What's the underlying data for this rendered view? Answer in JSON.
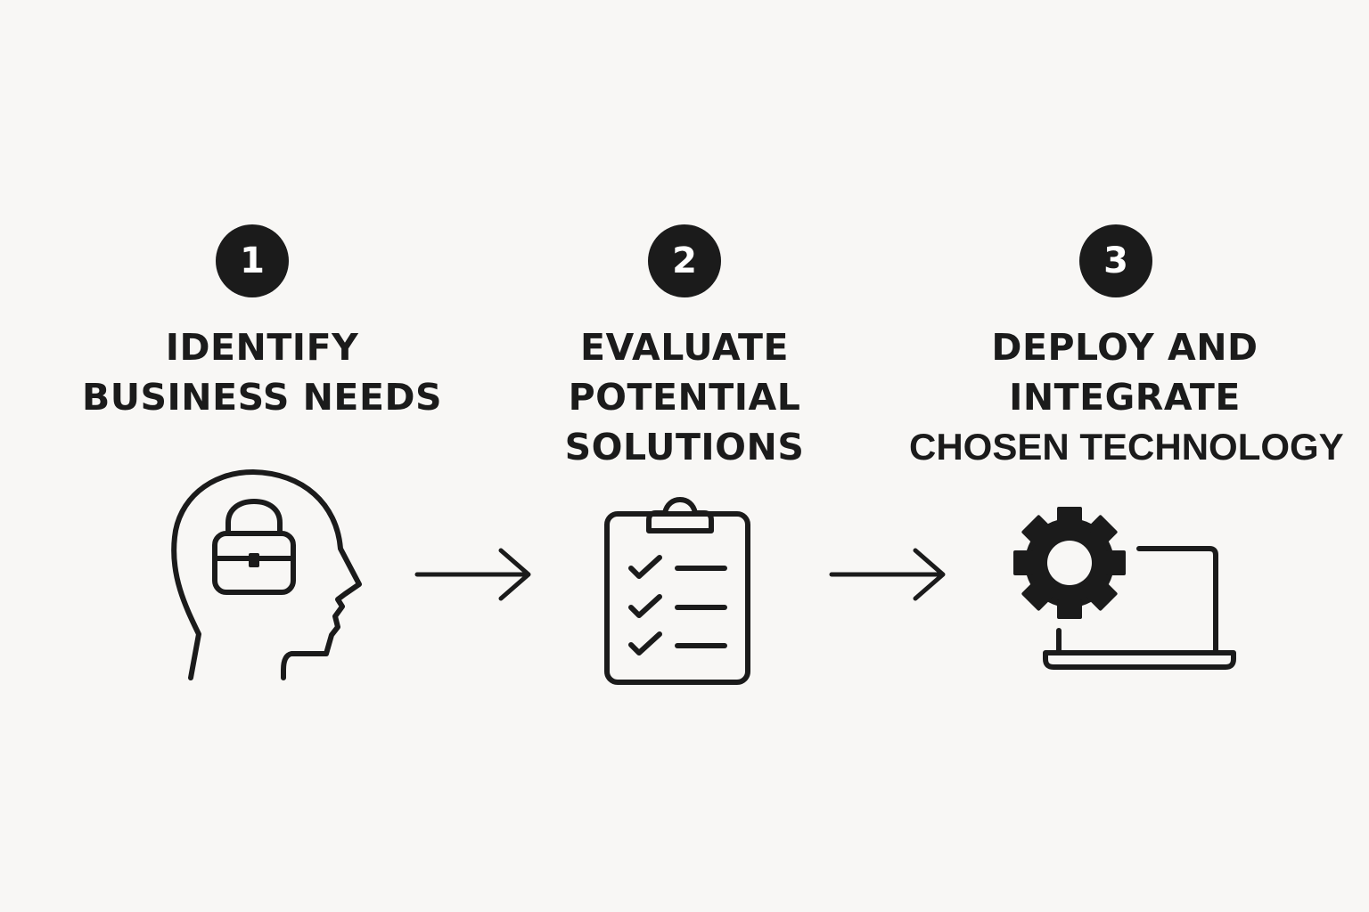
{
  "colors": {
    "background": "#f8f7f5",
    "ink": "#1b1b1b",
    "badge_text": "#ffffff"
  },
  "steps": [
    {
      "number": "1",
      "title_lines": [
        "IDENTIFY",
        "BUSINESS NEEDS"
      ],
      "icon": "head-with-briefcase-icon"
    },
    {
      "number": "2",
      "title_lines": [
        "EVALUATE",
        "POTENTIAL",
        "SOLUTIONS"
      ],
      "icon": "clipboard-checklist-icon"
    },
    {
      "number": "3",
      "title_lines": [
        "DEPLOY AND",
        "INTEGRATE",
        "CHOSEN TECHNOLOGY"
      ],
      "icon": "gear-laptop-icon"
    }
  ],
  "connectors": [
    {
      "from": "1",
      "to": "2",
      "icon": "arrow-right-icon"
    },
    {
      "from": "2",
      "to": "3",
      "icon": "arrow-right-icon"
    }
  ]
}
